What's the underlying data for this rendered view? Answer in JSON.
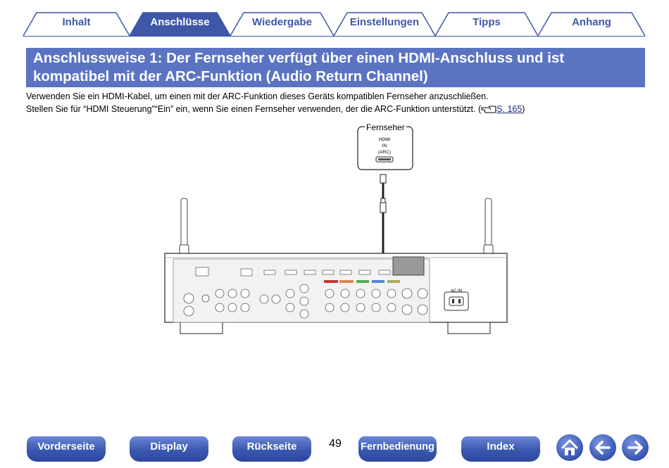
{
  "tabs": [
    {
      "label": "Inhalt",
      "active": false
    },
    {
      "label": "Anschlüsse",
      "active": true
    },
    {
      "label": "Wiedergabe",
      "active": false
    },
    {
      "label": "Einstellungen",
      "active": false
    },
    {
      "label": "Tipps",
      "active": false
    },
    {
      "label": "Anhang",
      "active": false
    }
  ],
  "heading": {
    "line1": "Anschlussweise 1: Der Fernseher verfügt über einen HDMI-Anschluss und ist",
    "line2": "kompatibel mit der ARC-Funktion (Audio Return Channel)"
  },
  "body": {
    "para1": "Verwenden Sie ein HDMI-Kabel, um einen mit der ARC-Funktion dieses Geräts kompatiblen Fernseher anzuschließen.",
    "para2_prefix": "Stellen Sie für “HDMI Steuerung”“Ein” ein, wenn Sie einen Fernseher verwenden, der die ARC-Funktion unterstützt.  (",
    "para2_link": "S. 165",
    "para2_suffix": ")"
  },
  "diagram": {
    "tv_label": "Fernseher",
    "tv_port_line1": "HDMI",
    "tv_port_line2": "IN",
    "tv_port_line3": "(ARC)",
    "receiver_ac_label": "AC IN"
  },
  "footer": {
    "buttons": [
      "Vorderseite",
      "Display",
      "Rückseite",
      "Fernbedienung",
      "Index"
    ],
    "page_number": "49"
  },
  "colors": {
    "tab_fill": "#3f57a8",
    "heading_bg": "#5b74c2",
    "nav_button": "#3a57b0"
  }
}
